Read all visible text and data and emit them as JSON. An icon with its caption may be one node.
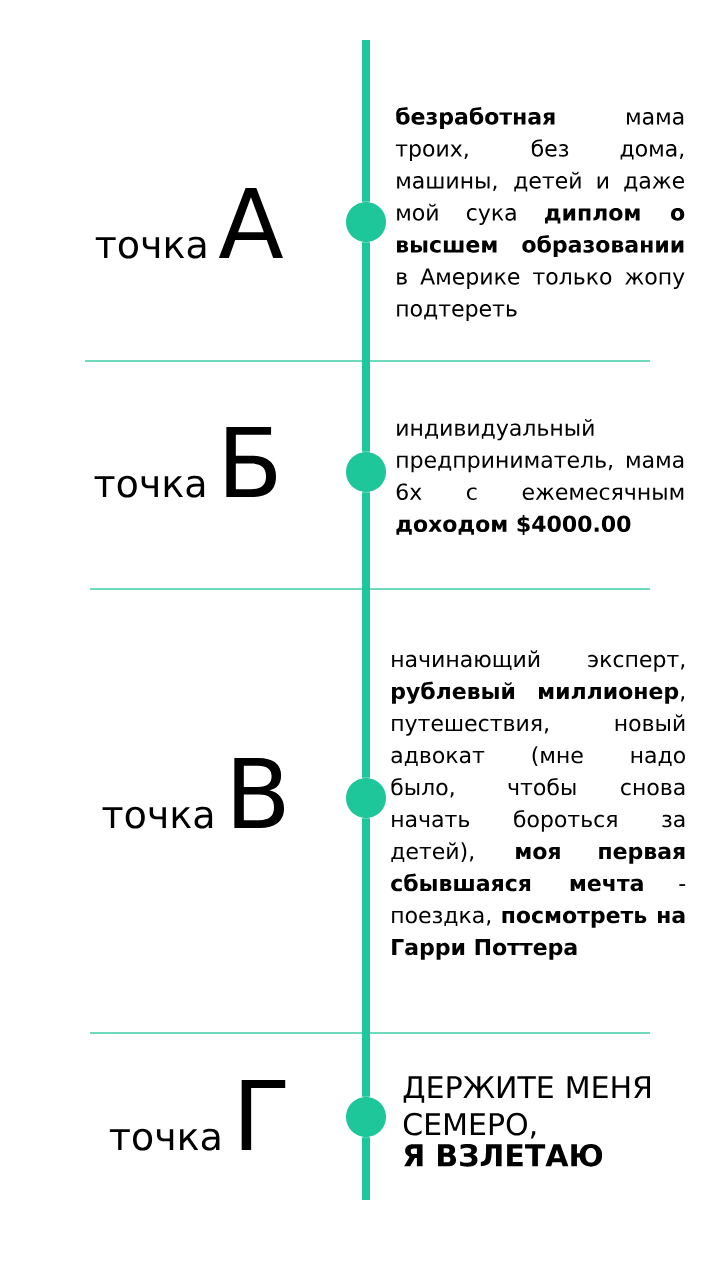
{
  "diagram": {
    "nodes": [
      {
        "text": [],
        "shape": "circle",
        "beside": [
          "точка",
          "А",
          "**безработная** мама троих, без дома, машины, детей и даже мой сука **диплом о высшем образовании** в Америке только жопу подтереть"
        ]
      },
      {
        "text": [],
        "shape": "circle",
        "beside": [
          "точка",
          "Б",
          "индивидуальный предприниматель, мама 6х с ежемесячным **доходом $4000.00**"
        ]
      },
      {
        "text": [],
        "shape": "circle",
        "beside": [
          "точка",
          "В",
          "начинающий эксперт, **рублевый миллионер**, путешествия, новый адвокат (мне надо было, чтобы снова начать бороться за детей), **моя первая сбывшаяся мечта** - поездка, **посмотреть на Гарри Поттера**"
        ]
      },
      {
        "text": [],
        "shape": "circle",
        "beside": [
          "точка",
          "Г",
          "ДЕРЖИТЕ МЕНЯ СЕМЕРО,",
          "Я ВЗЛЕТАЮ"
        ]
      }
    ],
    "edges": [
      {
        "from": null,
        "to": 0,
        "arrow": "none"
      },
      {
        "from": 0,
        "to": 1,
        "arrow": "none"
      },
      {
        "from": 1,
        "to": 2,
        "arrow": "none"
      },
      {
        "from": 2,
        "to": 3,
        "arrow": "none"
      },
      {
        "from": 3,
        "to": null,
        "arrow": "none"
      }
    ]
  }
}
